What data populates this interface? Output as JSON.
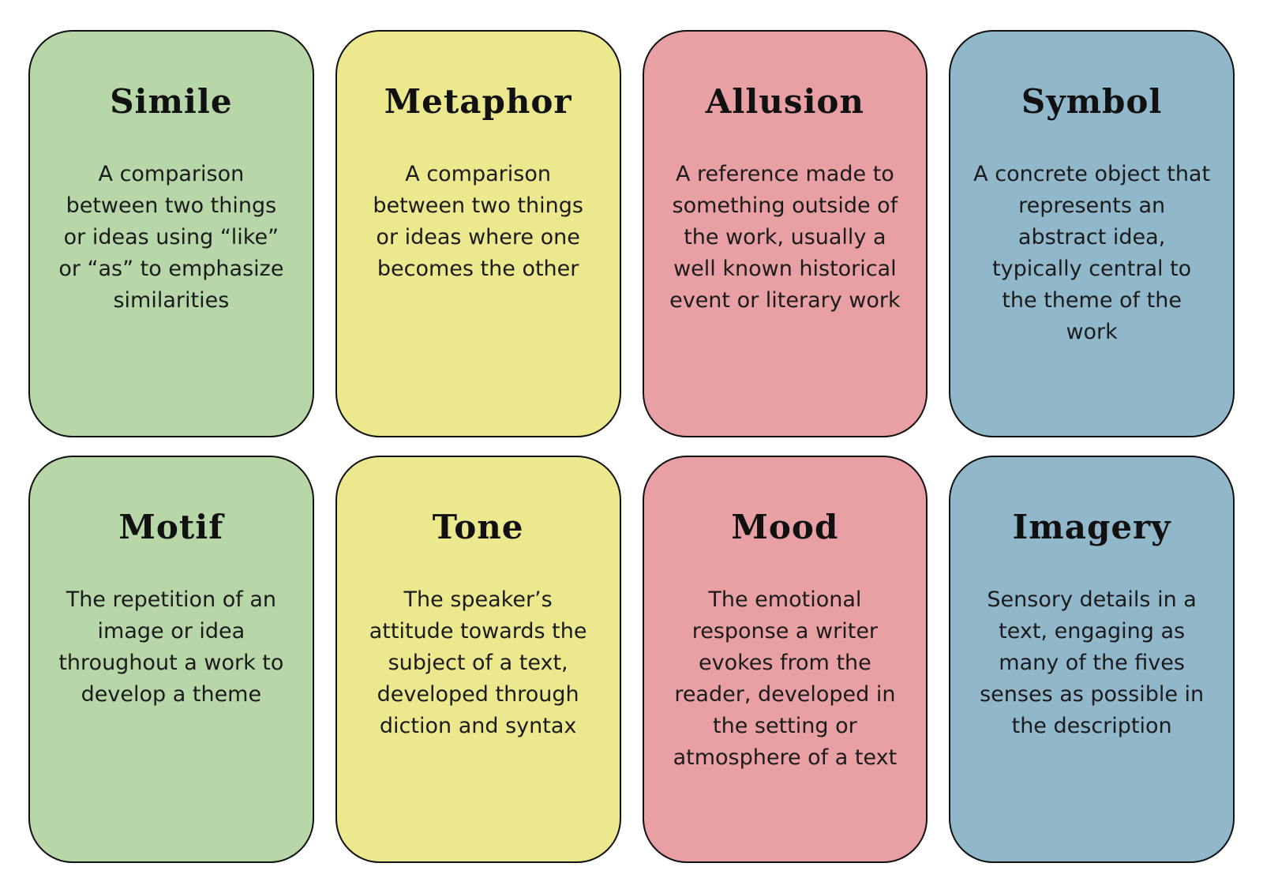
{
  "page": {
    "background_color": "#ffffff",
    "card_border_color": "#111111"
  },
  "palette": {
    "green": "#b7d7a8",
    "yellow": "#ebe88e",
    "pink": "#e8a0a5",
    "blue": "#91b7cb"
  },
  "cards": [
    {
      "title": "Simile",
      "description": "A comparison between two things or ideas using “like” or “as” to emphasize similarities",
      "color": "#b7d7a8"
    },
    {
      "title": "Metaphor",
      "description": "A comparison between two things or ideas where one becomes the other",
      "color": "#ebe88e"
    },
    {
      "title": "Allusion",
      "description": "A reference made to something outside of the work, usually a well known historical event or literary work",
      "color": "#e8a0a5"
    },
    {
      "title": "Symbol",
      "description": "A concrete object that represents an abstract idea, typically central to the theme of the work",
      "color": "#91b7cb"
    },
    {
      "title": "Motif",
      "description": "The repetition of an image or idea throughout a work to develop a theme",
      "color": "#b7d7a8"
    },
    {
      "title": "Tone",
      "description": "The speaker’s attitude towards the subject of a text, developed through diction and syntax",
      "color": "#ebe88e"
    },
    {
      "title": "Mood",
      "description": "The emotional response a writer evokes from the reader, developed in the setting or atmosphere of a text",
      "color": "#e8a0a5"
    },
    {
      "title": "Imagery",
      "description": "Sensory details in a text, engaging as many of the fives senses as possible in the description",
      "color": "#91b7cb"
    }
  ]
}
